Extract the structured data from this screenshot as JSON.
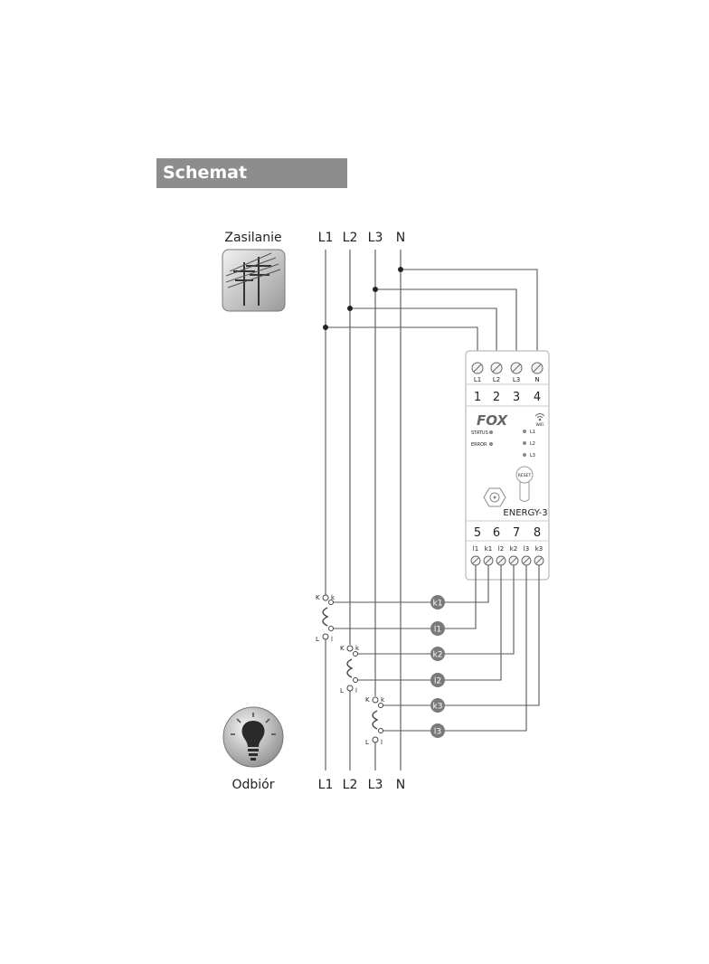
{
  "title": "Schemat podłączenia",
  "supply_label": "Zasilanie",
  "load_label": "Odbiór",
  "lines": [
    "L1",
    "L2",
    "L3",
    "N"
  ],
  "device": {
    "brand": "FOX",
    "wifi_label": "WiFi",
    "model": "ENERGY-3",
    "top_terminals": [
      "L1",
      "L2",
      "L3",
      "N"
    ],
    "top_numbers": [
      "1",
      "2",
      "3",
      "4"
    ],
    "bottom_numbers": [
      "5",
      "6",
      "7",
      "8"
    ],
    "bottom_terminals": [
      "l1",
      "k1",
      "l2",
      "k2",
      "l3",
      "k3"
    ],
    "status_label": "STATUS",
    "error_label": "ERROR",
    "phase_leds": [
      "L1",
      "L2",
      "L3"
    ],
    "reset_label": "RESET"
  },
  "ct_marks": {
    "K": "K",
    "k": "k",
    "L": "L",
    "l": "l"
  },
  "wire_badges": [
    "k1",
    "l1",
    "k2",
    "l2",
    "k3",
    "l3"
  ],
  "colors": {
    "banner": "#8d8d8d",
    "lines": "#555555",
    "badge": "#7a7a7a",
    "device_border": "#bbbbbb"
  }
}
